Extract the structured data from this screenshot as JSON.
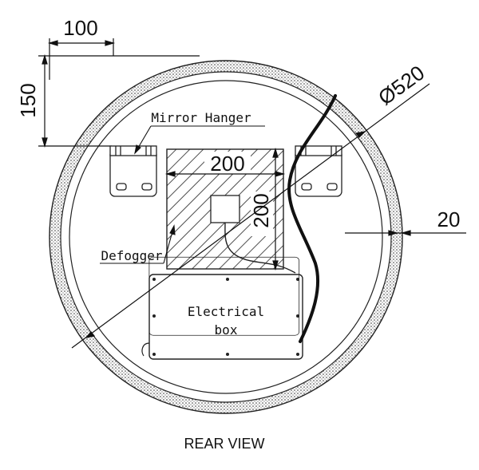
{
  "title": "REAR VIEW",
  "labels": {
    "mirror_hanger": "Mirror Hanger",
    "defogger": "Defogger",
    "electrical_box_line1": "Electrical",
    "electrical_box_line2": "box"
  },
  "dimensions": {
    "hanger_width": "100",
    "hanger_height": "150",
    "diameter": "Ø520",
    "border": "20",
    "defogger_width": "200",
    "defogger_height": "200"
  }
}
